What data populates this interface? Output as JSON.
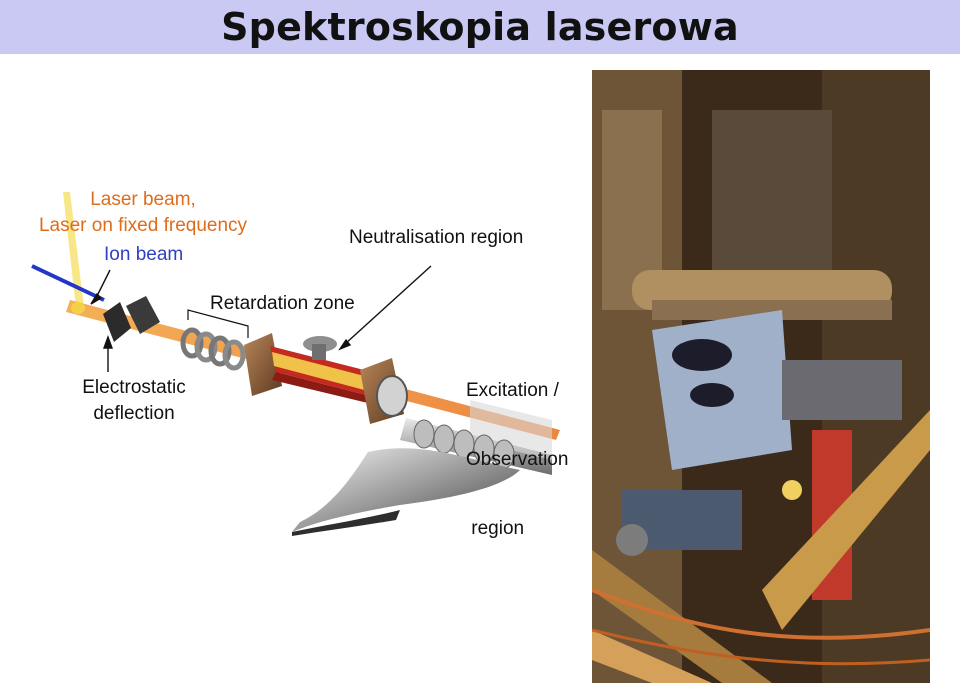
{
  "slide": {
    "title": "Spektroskopia laserowa"
  },
  "labels": {
    "laser_beam_line1": "Laser beam,",
    "laser_beam_line2": "Laser on fixed frequency",
    "ion_beam": "Ion beam",
    "neutralisation_region": "Neutralisation region",
    "retardation_zone": "Retardation zone",
    "excitation_line1": "Excitation /",
    "excitation_line2": "Observation",
    "excitation_line3": " region",
    "electrostatic_line1": "Electrostatic",
    "electrostatic_line2": "deflection"
  },
  "colors": {
    "title_bg": "#c9c9f3",
    "laser_label": "#e06c1b",
    "ion_label": "#2f3fc2"
  },
  "images": {
    "apparatus_diagram": "collinear-laser-spectroscopy-beamline-illustration",
    "apparatus_photo": "experimental-setup-photograph"
  }
}
